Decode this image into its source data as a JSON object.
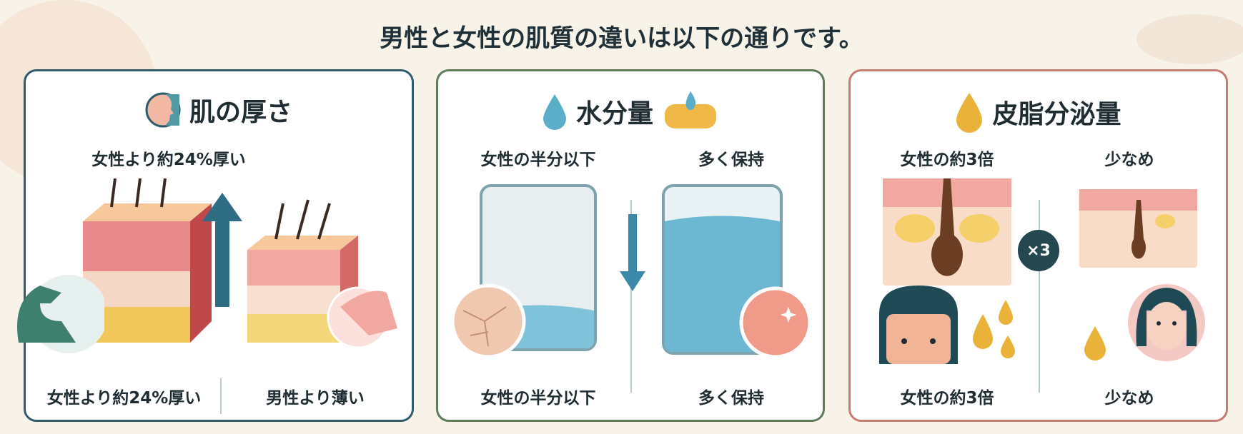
{
  "title": "男性と女性の肌質の違いは以下の通りです。",
  "colors": {
    "thickness": "#2f5b6a",
    "moisture": "#5d7c58",
    "sebum": "#c77b72",
    "background": "#f8f3e8"
  },
  "panels": [
    {
      "title": "肌の厚さ",
      "icon": "face-profile-icon",
      "top_label": "女性より約24%厚い",
      "bottom_left": "女性より約24%厚い",
      "bottom_right": "男性より薄い"
    },
    {
      "title": "水分量",
      "icon": "water-drop-icon",
      "top_left": "女性の半分以下",
      "top_right": "多く保持",
      "bottom_left": "女性の半分以下",
      "bottom_right": "多く保持"
    },
    {
      "title": "皮脂分泌量",
      "icon": "oil-drop-icon",
      "top_left": "女性の約3倍",
      "top_right": "少なめ",
      "multiplier": "×3",
      "bottom_left": "女性の約3倍",
      "bottom_right": "少なめ"
    }
  ]
}
